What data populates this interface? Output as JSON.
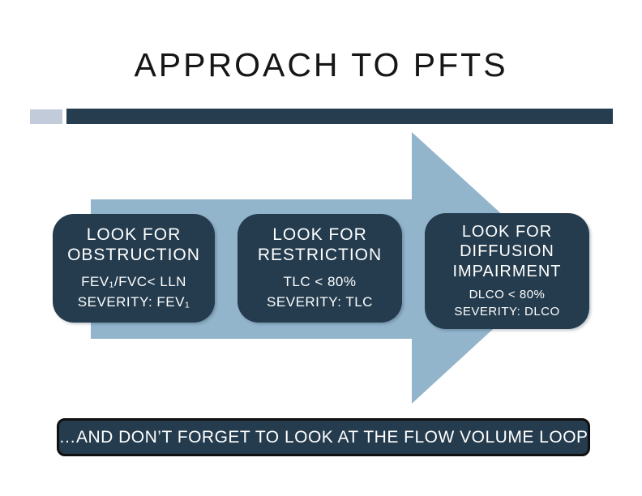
{
  "slide": {
    "title": "APPROACH TO PFTS",
    "banner": "…AND DON’T FORGET TO LOOK AT THE FLOW VOLUME LOOP",
    "boxes": [
      {
        "title": "LOOK FOR\nOBSTRUCTION",
        "criteria": "FEV₁/FVC< LLN",
        "severity": "SEVERITY: FEV₁"
      },
      {
        "title": "LOOK FOR\nRESTRICTION",
        "criteria": "TLC < 80%",
        "severity": "SEVERITY: TLC"
      },
      {
        "title": "LOOK FOR\nDIFFUSION\nIMPAIRMENT",
        "criteria": "DLCO < 80%",
        "severity": "SEVERITY: DLCO"
      }
    ],
    "colors": {
      "dark_teal": "#243c4e",
      "bar_teal": "#253d4f",
      "arrow_blue": "#93b5cc",
      "accent_light": "#c2cbda",
      "title_text": "#161616",
      "box_text": "#ffffff"
    },
    "arrow_points": "112,246 508,246 508,163 691,330 508,498 508,418 112,418"
  }
}
